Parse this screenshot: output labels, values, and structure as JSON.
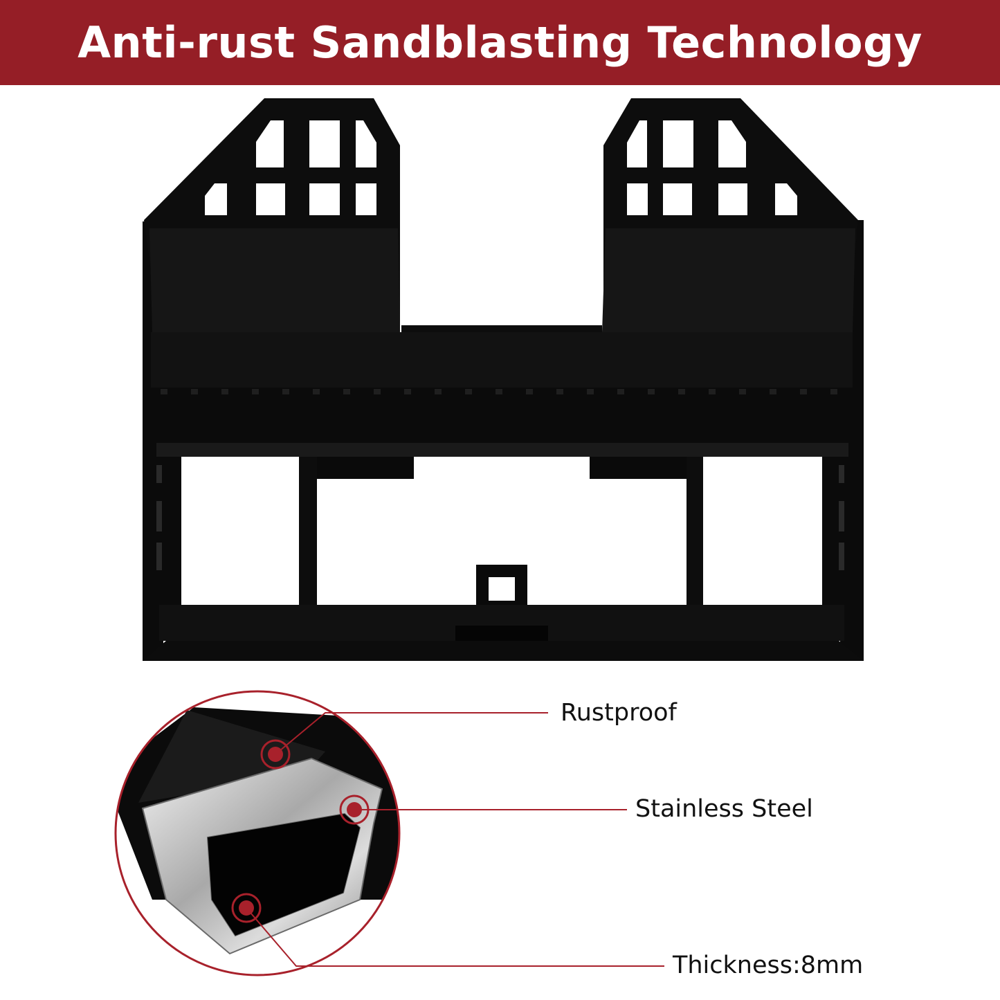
{
  "header": {
    "title": "Anti-rust Sandblasting Technology"
  },
  "callouts": [
    {
      "label": "Rustproof"
    },
    {
      "label": "Stainless Steel"
    },
    {
      "label": "Thickness:8mm"
    }
  ],
  "colors": {
    "banner": "#951e26",
    "accent": "#a8212b",
    "product": "#0a0a0a",
    "steel": "#b9b9b9"
  }
}
